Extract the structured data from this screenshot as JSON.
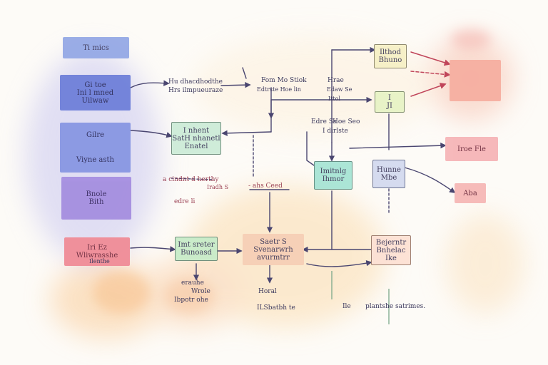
{
  "colors": {
    "blue": "#7f93de",
    "indigo": "#6a72d4",
    "purple": "#a98ee0",
    "red": "#f08a9a",
    "green": "#c6ecd4",
    "teal": "#9fe0d2",
    "yellow": "#f5efbf",
    "peach": "#fbd8c8",
    "salmon": "#f7b3a6",
    "pink": "#f7b5b8",
    "lavender": "#cfd6ef",
    "ink": "#3d3a5e"
  },
  "nodes": {
    "n1": [
      "Ti mics"
    ],
    "n2": [
      "Gi toe",
      "Ini l mned",
      "Uilwaw"
    ],
    "n3": [
      "Gilre",
      "Viyne asth"
    ],
    "n4": [
      "Bnole",
      "Bith"
    ],
    "n5": [
      "Iri Ez",
      "Wliwrasshe"
    ],
    "n6": [
      "I nhent",
      "SatH nhanetl",
      "Enatel"
    ],
    "n7": [
      "Imt sreter",
      "Bunoasd"
    ],
    "n8": [
      "Saetr S",
      "Svenarwrh",
      "avurmtrr"
    ],
    "n9": [
      "Ilthod",
      "Bhuno"
    ],
    "n10": [
      "I",
      "JI"
    ],
    "n11": [
      "Imitnlg",
      "Ihmor"
    ],
    "n12": [
      "Hunne",
      "Mbe"
    ],
    "n13": [
      "Bejerntr",
      "Bnhelac",
      "Ike"
    ],
    "n14": [
      ""
    ],
    "n15": [
      "Iroe Fle"
    ],
    "n16": [
      "Aba"
    ]
  },
  "labels": {
    "l1": "Hu dhacdhodthe",
    "l2": "Hrs ilmpueuraze",
    "l3": "Fom Mo Stiok",
    "l4": "Edtrste Hoe lin",
    "l5": "Hrae",
    "l6": "Edaw Se",
    "l7": "Ittol",
    "l8": "Edre Ss",
    "l9": "Hoe Seo",
    "l10": "I dirlste",
    "l11": "a cindnt d herthy",
    "l12": "Iradh S",
    "l13": "- ahs Ceed",
    "l14": "edre li",
    "l15": "Ilenthe",
    "l16": "erauhe",
    "l17": "Wrole",
    "l18": "Ibpotr ohe",
    "l19": "Horal",
    "l20": "ILSbatbh te",
    "l21": "Ile",
    "l22": "plantshe satrimes."
  }
}
